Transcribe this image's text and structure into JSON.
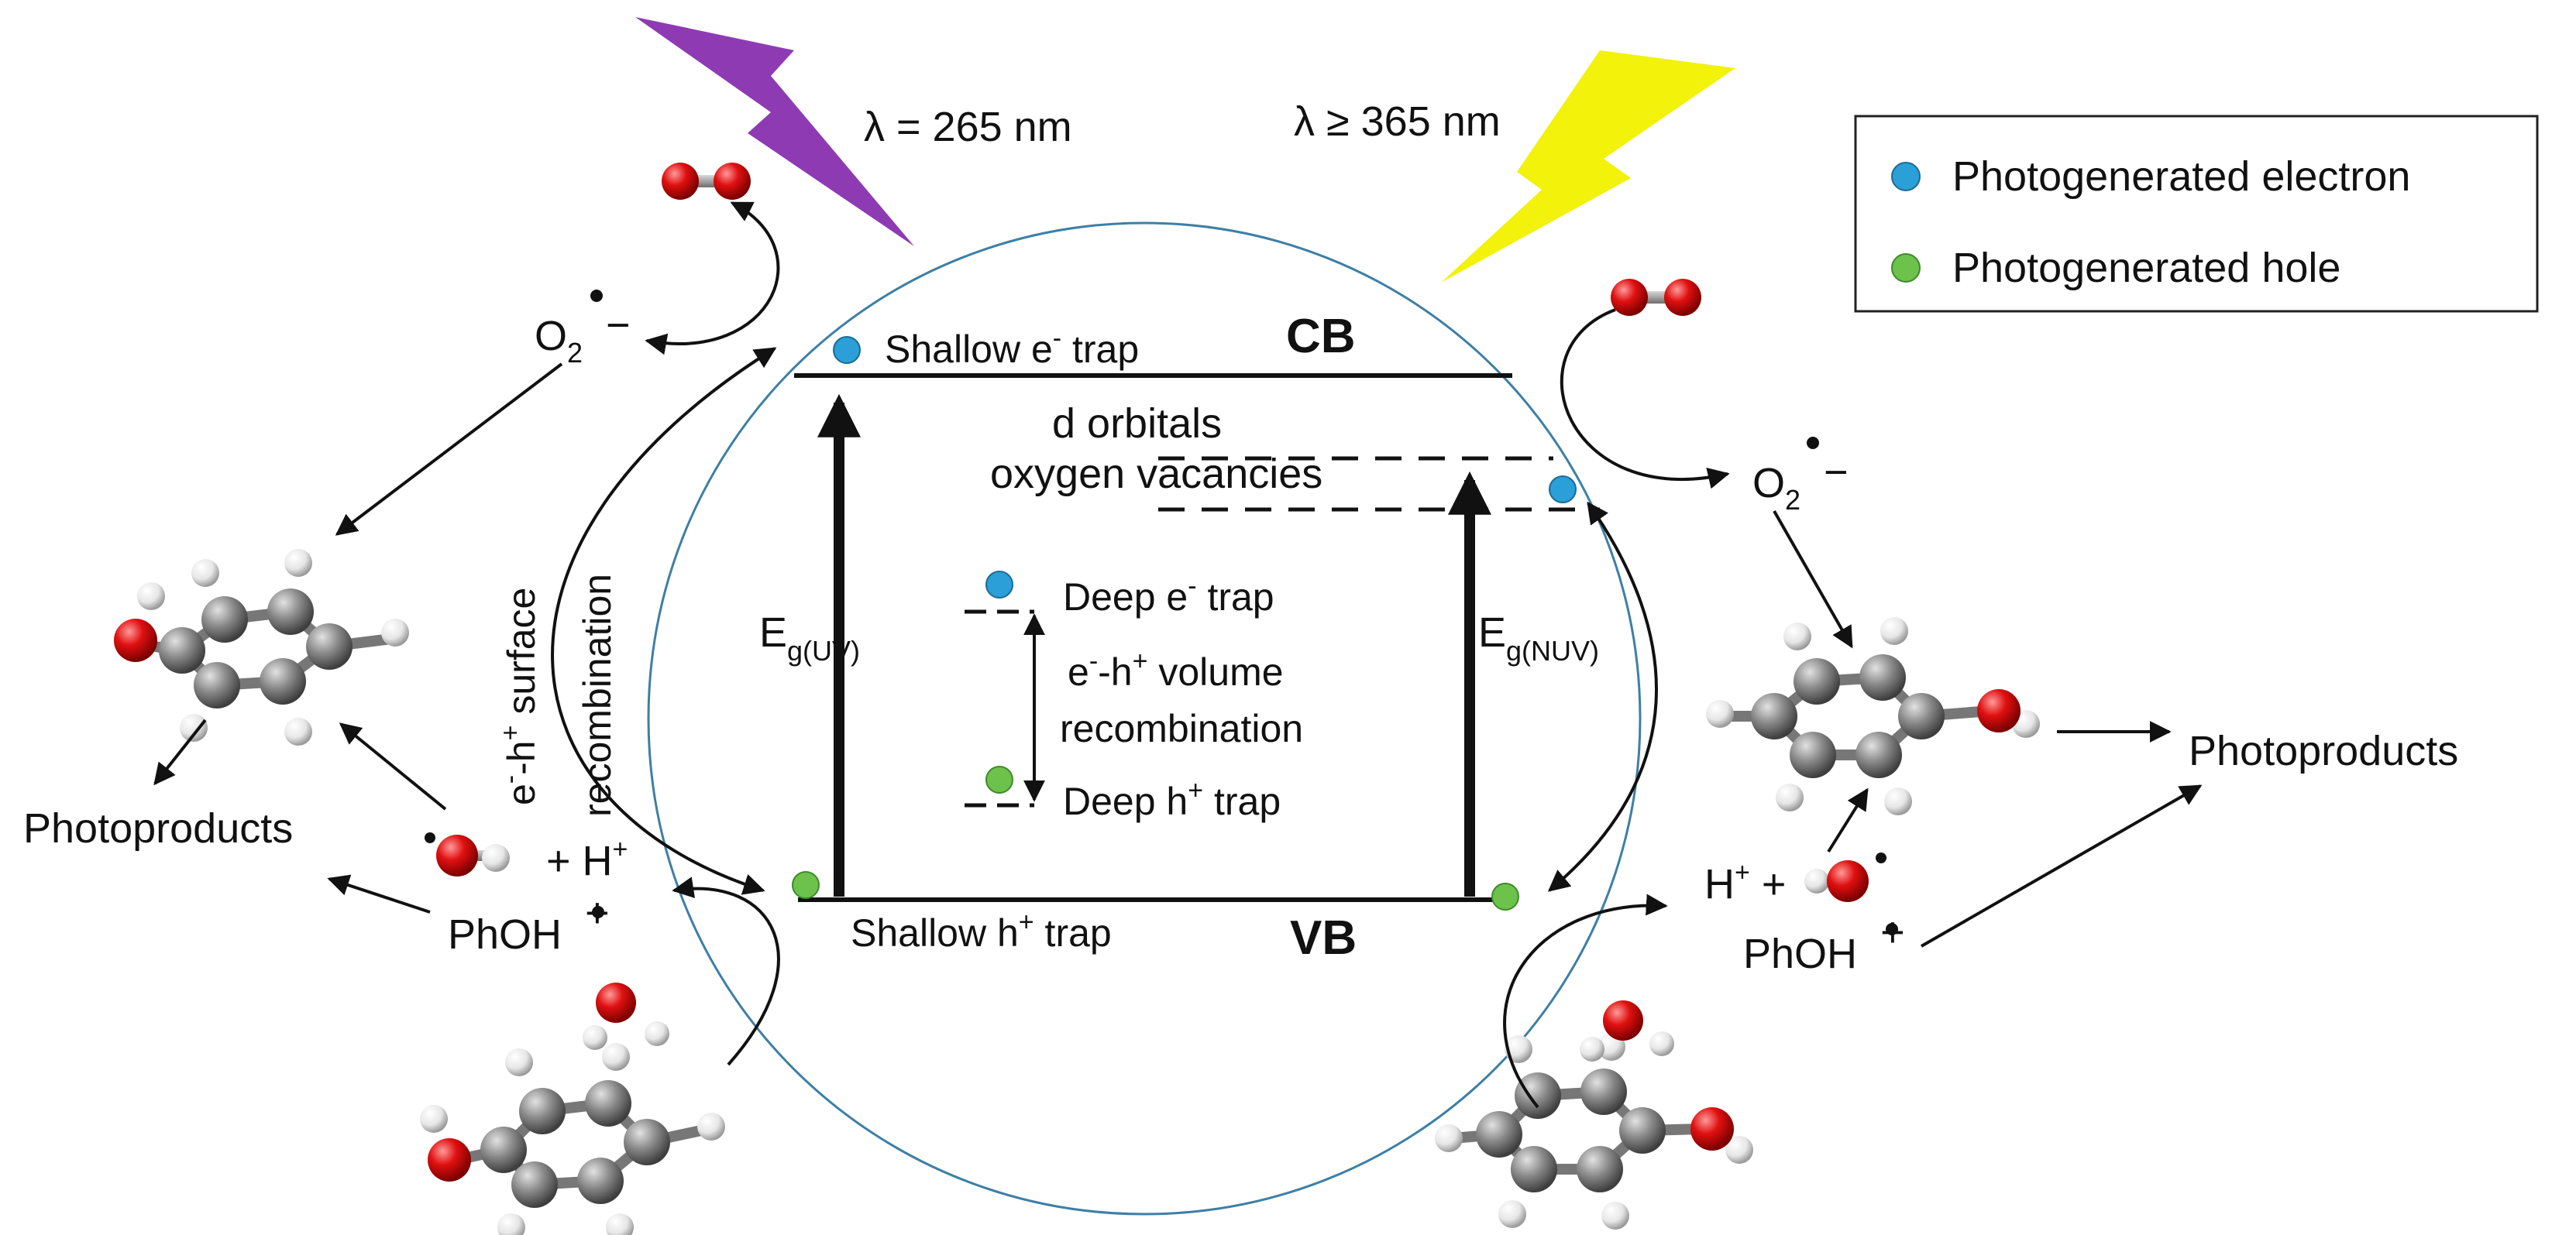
{
  "colors": {
    "uv_bolt": "#8e3bb3",
    "nuv_bolt": "#f2f20a",
    "electron": "#2a9fd8",
    "hole": "#6cc24a",
    "particle_circle": "#3d7fa6",
    "oxygen_atom": "#e01010",
    "carbon_atom": "#8a8a8a",
    "hydrogen_atom": "#e6e6e6"
  },
  "lambda": {
    "uv": "λ = 265 nm",
    "nuv": "λ ≥ 365 nm"
  },
  "legend": {
    "electron_label": "Photogenerated electron",
    "hole_label": "Photogenerated hole"
  },
  "bands": {
    "cb": "CB",
    "vb": "VB"
  },
  "traps": {
    "shallow_e": {
      "pre": "Shallow e",
      "sup": "-",
      "post": " trap"
    },
    "shallow_h": {
      "pre": "Shallow h",
      "sup": "+",
      "post": " trap"
    },
    "deep_e": {
      "pre": "Deep e",
      "sup": "-",
      "post": " trap"
    },
    "deep_h": {
      "pre": "Deep h",
      "sup": "+",
      "post": " trap"
    }
  },
  "levels": {
    "d_orbitals": "d orbitals",
    "oxygen_vacancies": "oxygen vacancies"
  },
  "gaps": {
    "uv": {
      "main": "E",
      "sub": "g(UV)"
    },
    "nuv": {
      "main": "E",
      "sub": "g(NUV)"
    }
  },
  "volume_recombination": {
    "line1_a": "e",
    "line1_sup1": "-",
    "line1_b": "-h",
    "line1_sup2": "+",
    "line1_c": " volume",
    "line2": "recombination"
  },
  "surface_recombination": {
    "line1_a": "e",
    "line1_sup1": "-",
    "line1_b": "-h",
    "line1_sup2": "+",
    "line1_c": " surface",
    "line2": "recombination"
  },
  "species": {
    "superoxide_left": {
      "main": "O",
      "sub": "2",
      "charge": "−"
    },
    "superoxide_right": {
      "main": "O",
      "sub": "2",
      "charge": "−"
    },
    "proton_left": {
      "pre": "+ H",
      "sup": "+"
    },
    "proton_right": {
      "pre": "H",
      "sup": "+",
      "post": " +"
    },
    "radical_cation_left": {
      "main": "PhOH",
      "charge": "+"
    },
    "radical_cation_right": {
      "main": "PhOH",
      "charge": "+"
    },
    "photoproducts_left": "Photoproducts",
    "photoproducts_right": "Photoproducts"
  }
}
